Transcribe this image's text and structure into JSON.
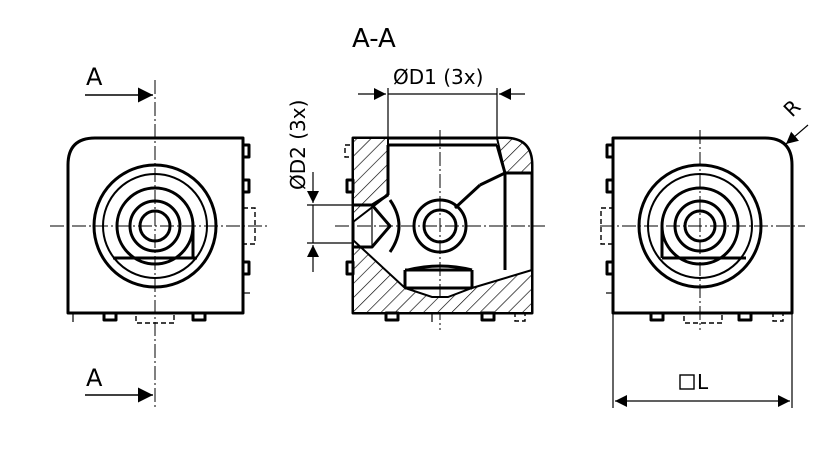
{
  "labels": {
    "section_title": "A-A",
    "cut_marker_top": "A",
    "cut_marker_bottom": "A",
    "diameter_d1": "ØD1 (3x)",
    "diameter_d2": "ØD2 (3x)",
    "radius": "R",
    "size": "L"
  }
}
